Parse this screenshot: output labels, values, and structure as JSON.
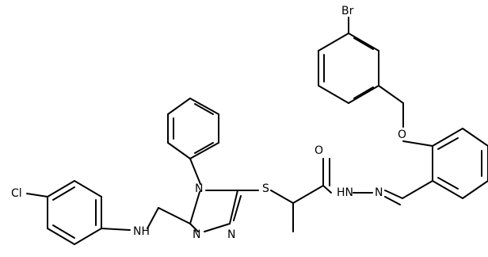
{
  "molecule": {
    "atoms": [
      {
        "id": "br",
        "label": "Br"
      },
      {
        "id": "o1",
        "label": "O"
      },
      {
        "id": "o2",
        "label": "O"
      },
      {
        "id": "n4",
        "label": "N"
      },
      {
        "id": "n1",
        "label": "N"
      },
      {
        "id": "n2",
        "label": "N"
      },
      {
        "id": "s",
        "label": "S"
      },
      {
        "id": "nh1",
        "label": "HN"
      },
      {
        "id": "nh2",
        "label": "N"
      },
      {
        "id": "nh3",
        "label": "NH"
      },
      {
        "id": "cl",
        "label": "Cl"
      }
    ]
  }
}
